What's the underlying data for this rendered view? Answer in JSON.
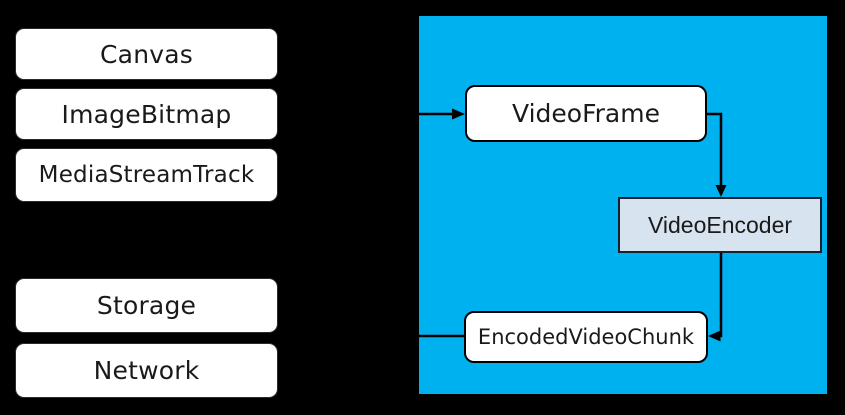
{
  "colors": {
    "background": "#000000",
    "panel": "#00b1f0",
    "node_fill": "#ffffff",
    "encoder_fill": "#d7e3ef",
    "border": "#000000",
    "arrow": "#000000",
    "text": "#1a1a1a"
  },
  "source_nodes": [
    {
      "label": "Canvas"
    },
    {
      "label": "ImageBitmap"
    },
    {
      "label": "MediaStreamTrack"
    }
  ],
  "sink_nodes": [
    {
      "label": "Storage"
    },
    {
      "label": "Network"
    }
  ],
  "pipeline_nodes": {
    "video_frame": {
      "label": "VideoFrame"
    },
    "video_encoder": {
      "label": "VideoEncoder"
    },
    "encoded_video_chunk": {
      "label": "EncodedVideoChunk"
    }
  },
  "edges": [
    {
      "from": "panel-left-edge",
      "to": "VideoFrame"
    },
    {
      "from": "VideoFrame",
      "to": "VideoEncoder"
    },
    {
      "from": "VideoEncoder",
      "to": "EncodedVideoChunk"
    },
    {
      "from": "EncodedVideoChunk",
      "to": "panel-left-edge"
    }
  ]
}
